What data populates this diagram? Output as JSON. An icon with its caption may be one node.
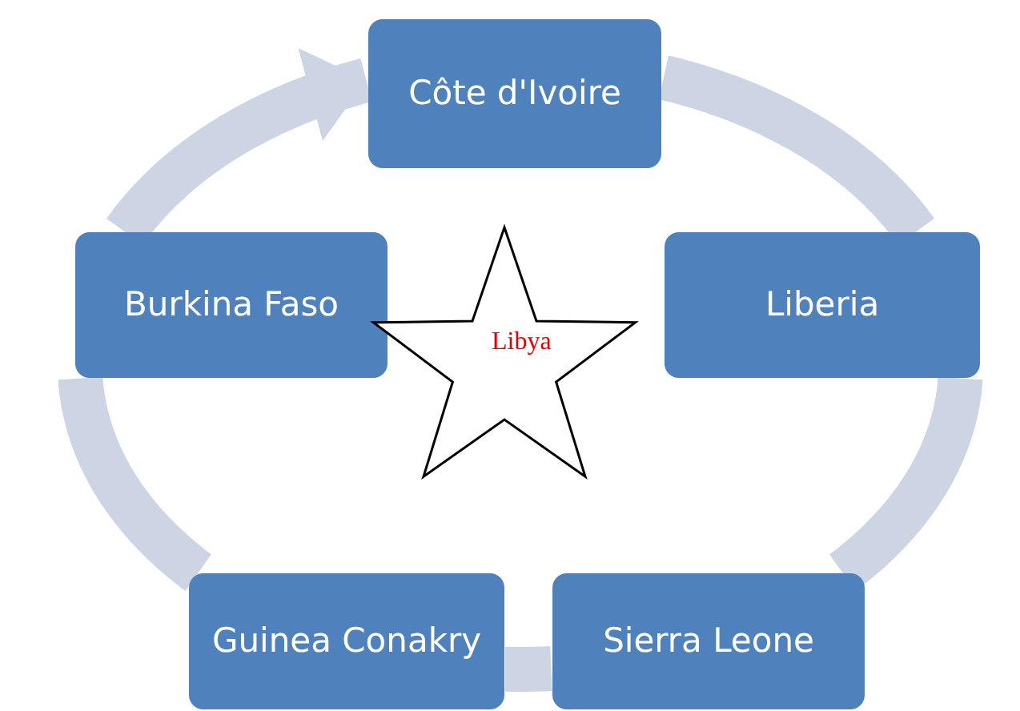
{
  "diagram": {
    "nodes": [
      {
        "text": [
          "Côte d'Ivoire"
        ]
      },
      {
        "text": [
          "Liberia"
        ]
      },
      {
        "text": [
          "Sierra Leone"
        ]
      },
      {
        "text": [
          "Guinea Conakry"
        ]
      },
      {
        "text": [
          "Burkina Faso"
        ]
      },
      {
        "text": [
          "Libya"
        ]
      }
    ],
    "edges": [
      {
        "from": 0,
        "to": 1,
        "arrow": "none"
      },
      {
        "from": 1,
        "to": 2,
        "arrow": "none"
      },
      {
        "from": 2,
        "to": 3,
        "arrow": "none"
      },
      {
        "from": 3,
        "to": 4,
        "arrow": "none"
      },
      {
        "from": 4,
        "to": 0,
        "arrow": "to"
      }
    ]
  }
}
